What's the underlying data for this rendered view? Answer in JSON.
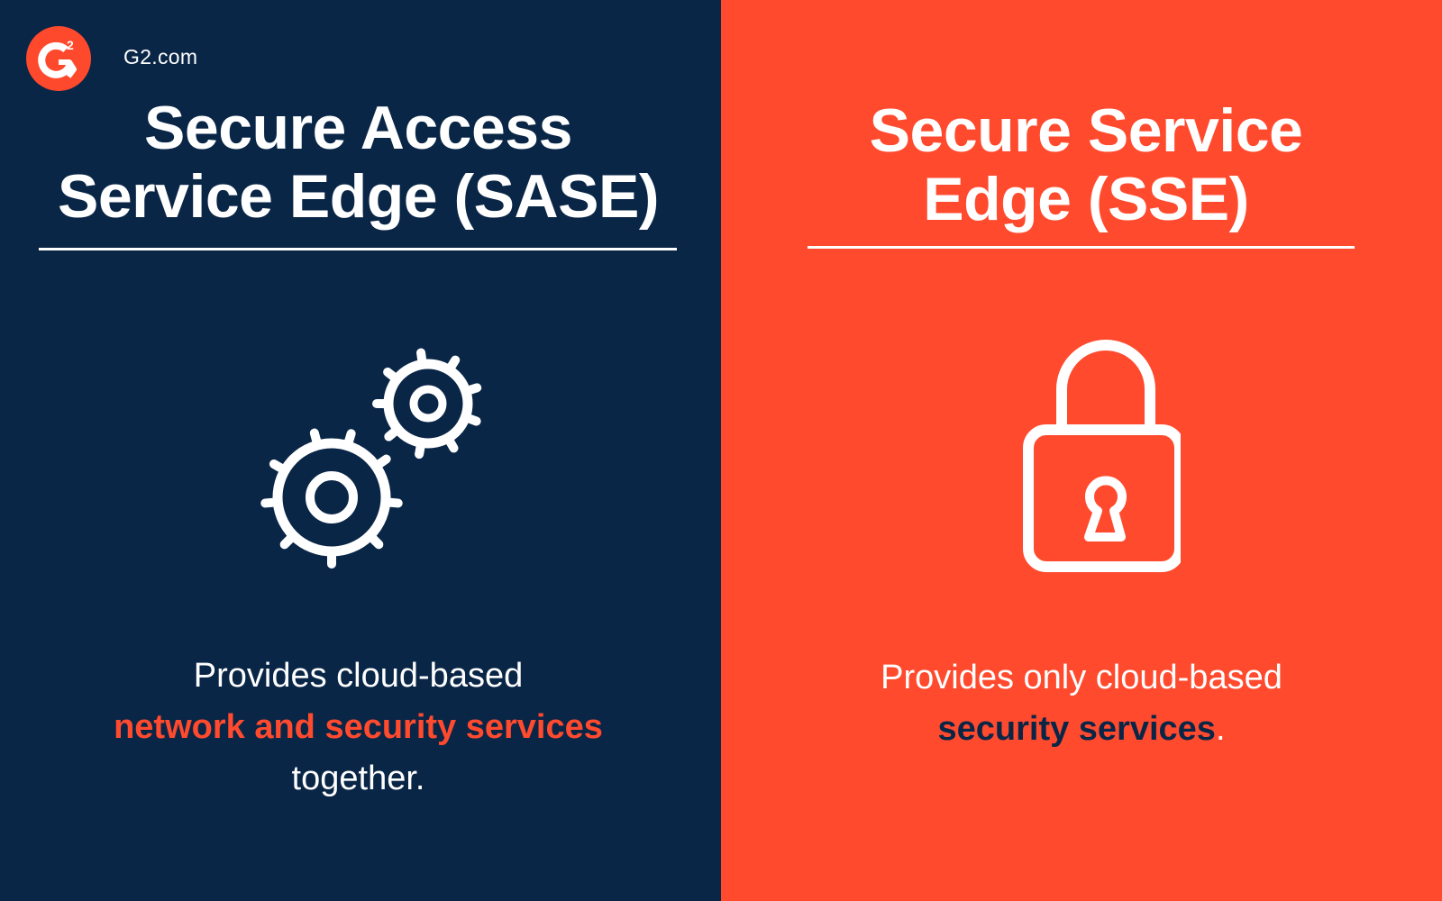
{
  "brand": {
    "logo_icon": "g2-logo-icon",
    "site_label": "G2.com"
  },
  "colors": {
    "navy": "#0a2647",
    "orange": "#ff4a2e",
    "white": "#ffffff"
  },
  "left_panel": {
    "title_line1": "Secure Access",
    "title_line2": "Service Edge (SASE)",
    "icon": "gears-icon",
    "description": {
      "line1": "Provides cloud-based",
      "highlight": "network and security services",
      "line3": "together."
    }
  },
  "right_panel": {
    "title_line1": "Secure Service",
    "title_line2": "Edge (SSE)",
    "icon": "padlock-icon",
    "description": {
      "line1": "Provides only cloud-based",
      "highlight": "security services",
      "suffix": "."
    }
  }
}
